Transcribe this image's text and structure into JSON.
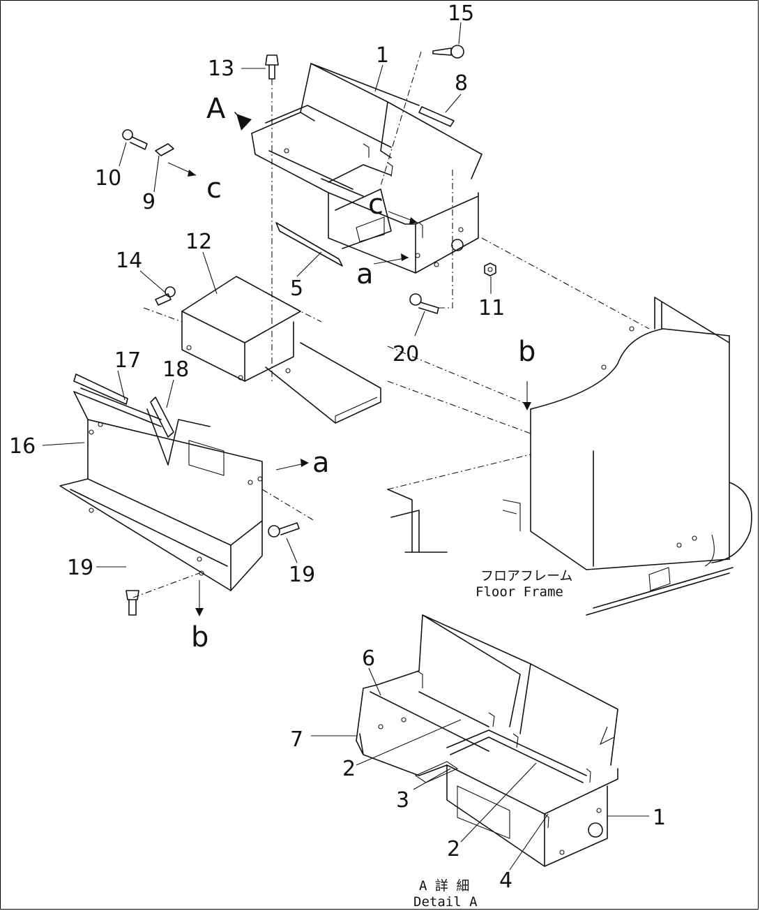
{
  "callouts": {
    "c1": "1",
    "c1b": "1",
    "c2": "2",
    "c2b": "2",
    "c3": "3",
    "c4": "4",
    "c5": "5",
    "c6": "6",
    "c7": "7",
    "c8": "8",
    "c9": "9",
    "c10": "10",
    "c11": "11",
    "c12": "12",
    "c13": "13",
    "c14": "14",
    "c15": "15",
    "c16": "16",
    "c17": "17",
    "c18": "18",
    "c19": "19",
    "c19b": "19",
    "c20": "20"
  },
  "view_letters": {
    "A": "A",
    "a": "a",
    "a2": "a",
    "b": "b",
    "b2": "b",
    "c": "c",
    "c2": "c"
  },
  "floor_frame": {
    "jp": "フロアフレーム",
    "en": "Floor Frame"
  },
  "detail": {
    "jp": "A 詳 細",
    "en": "Detail A"
  }
}
